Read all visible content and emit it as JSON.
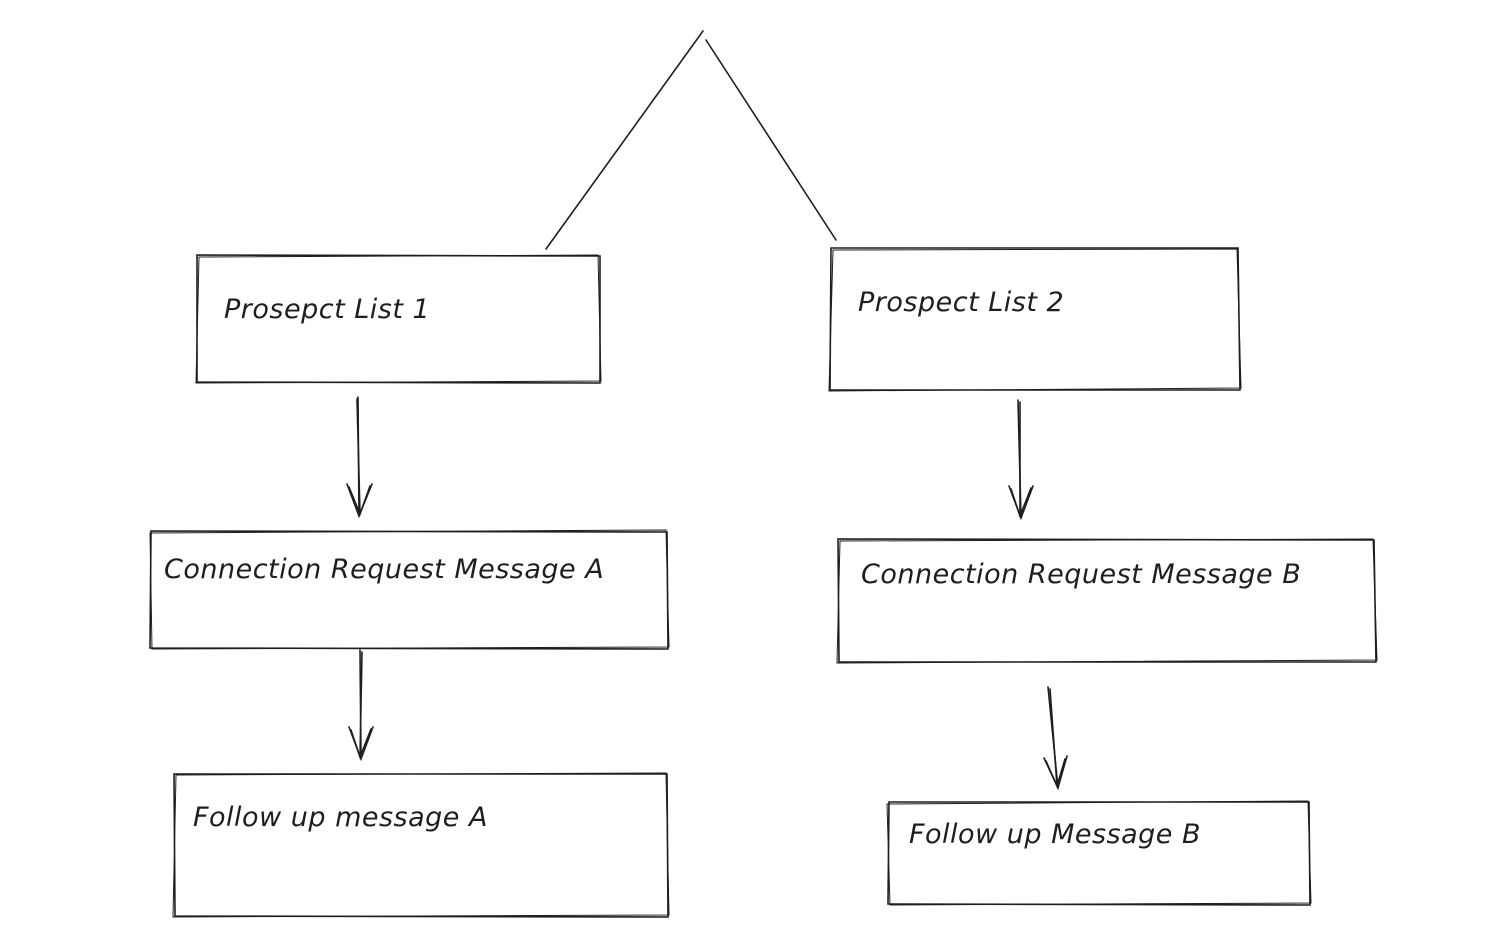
{
  "diagram": {
    "nodes": [
      {
        "id": "prospect-list-1",
        "label": "Prosepct List 1"
      },
      {
        "id": "prospect-list-2",
        "label": "Prospect List 2"
      },
      {
        "id": "connection-request-a",
        "label": "Connection Request Message A"
      },
      {
        "id": "connection-request-b",
        "label": "Connection Request Message B"
      },
      {
        "id": "follow-up-a",
        "label": "Follow up message A"
      },
      {
        "id": "follow-up-b",
        "label": "Follow up Message B"
      }
    ],
    "edges": [
      {
        "from": "root",
        "to": "prospect-list-1",
        "arrow": false
      },
      {
        "from": "root",
        "to": "prospect-list-2",
        "arrow": false
      },
      {
        "from": "prospect-list-1",
        "to": "connection-request-a",
        "arrow": true
      },
      {
        "from": "connection-request-a",
        "to": "follow-up-a",
        "arrow": true
      },
      {
        "from": "prospect-list-2",
        "to": "connection-request-b",
        "arrow": true
      },
      {
        "from": "connection-request-b",
        "to": "follow-up-b",
        "arrow": true
      }
    ],
    "style": {
      "stroke": "#1e1e1e",
      "background": "#ffffff"
    }
  }
}
